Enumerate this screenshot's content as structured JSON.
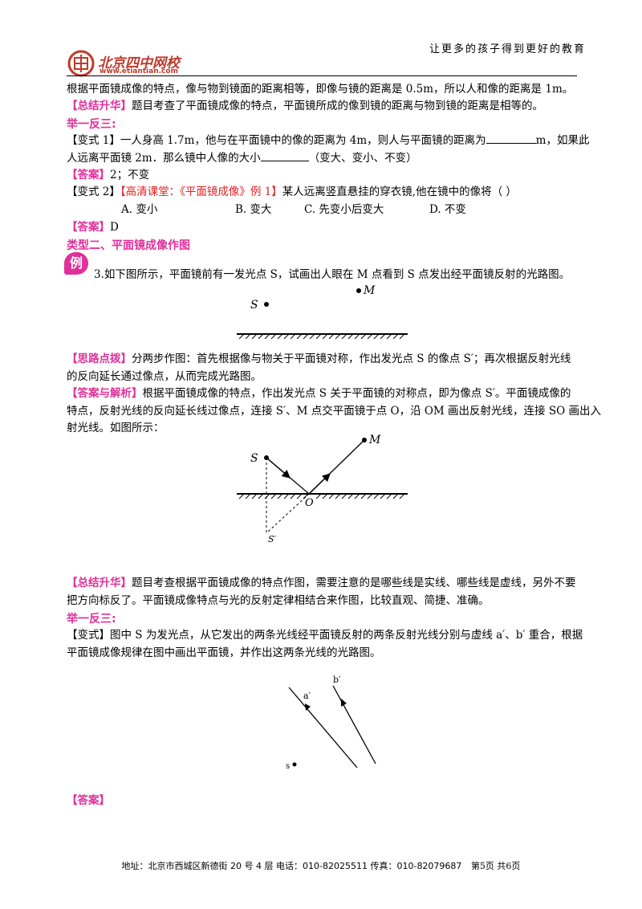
{
  "header": {
    "slogan": "让更多的孩子得到更好的教育",
    "logo_text": "北京四中网校",
    "logo_url": "www.etiantian.com"
  },
  "content": {
    "l1": "根据平面镜成像的特点，像与物到镜面的距离相等，即像与镜的距离是 0.5m，所以人和像的距离是 1m。",
    "summary1_tag": "【总结升华】",
    "summary1_text": "题目考查了平面镜成像的特点，平面镜所成的像到镜的距离与物到镜的距离是相等的。",
    "juyi1": "举一反三:",
    "v1_tag": "【变式 1】",
    "v1_text_a": "一人身高 1.7m，他与在平面镜中的像的距离为 4m，则人与平面镜的距离为",
    "v1_text_b": "m，如果此",
    "v1_line2_a": "人远离平面镜 2m．那么镜中人像的大小",
    "v1_line2_b": "（变大、变小、不变）",
    "ans1_tag": "【答案】",
    "ans1_text": "2；不变",
    "v2_tag": "【变式 2】",
    "v2_red": "【高清课堂：《平面镜成像》例 1】",
    "v2_text": "某人远离竖直悬挂的穿衣镜,他在镜中的像将（     ）",
    "opt_a": "A.  变小",
    "opt_b": "B.  变大",
    "opt_c": "C.  先变小后变大",
    "opt_d": "D.  不变",
    "ans2_tag": "【答案】",
    "ans2_text": "D",
    "type2_title": "类型二、平面镜成像作图",
    "ex_badge": "例",
    "ex3": "3.如下图所示，平面镜前有一发光点 S，试画出人眼在 M 点看到 S 点发出经平面镜反射的光路图。",
    "hint_tag": "【思路点拨】",
    "hint_l1": "分两步作图：首先根据像与物关于平面镜对称，作出发光点 S 的像点 S′；再次根据反射光线",
    "hint_l2": "的反向延长通过像点，从而完成光路图。",
    "ansjx_tag": "【答案与解析】",
    "ansjx_l1": "根据平面镜成像的特点，作出发光点 S 关于平面镜的对称点，即为像点 S′。平面镜成像的",
    "ansjx_l2": "特点，反射光线的反向延长线过像点，连接 S′、M 点交平面镜于点 O，沿 OM 画出反射光线，连接 SO 画出入",
    "ansjx_l3": "射光线。如图所示：",
    "summary2_tag": "【总结升华】",
    "summary2_l1": "题目考查根据平面镜成像的特点作图，需要注意的是哪些线是实线、哪些线是虚线，另外不要",
    "summary2_l2": "把方向标反了。平面镜成像特点与光的反射定律相结合来作图，比较直观、简捷、准确。",
    "juyi2": "举一反三:",
    "v3_tag": "【变式",
    "v3_l1": "】图中 S 为发光点，从它发出的两条光线经平面镜反射的两条反射光线分别与虚线 a′、b′ 重合，根据",
    "v3_l2": "平面镜成像规律在图中画出平面镜，并作出这两条光线的光路图。",
    "ans3_tag": "【答案】"
  },
  "figures": {
    "fig1_s": "S",
    "fig1_m": "M",
    "fig2_s": "S",
    "fig2_m": "M",
    "fig2_o": "O",
    "fig2_sp": "S′",
    "fig3_a": "a′",
    "fig3_b": "b′",
    "fig3_s": "s"
  },
  "footer": {
    "address": "地址：北京市西城区新德街 20 号 4 层  电话：010-82025511  传真：010-82079687",
    "page": "第5页  共6页"
  },
  "colors": {
    "accent": "#e0309a",
    "red": "#e02020",
    "logo": "#c0392b"
  }
}
